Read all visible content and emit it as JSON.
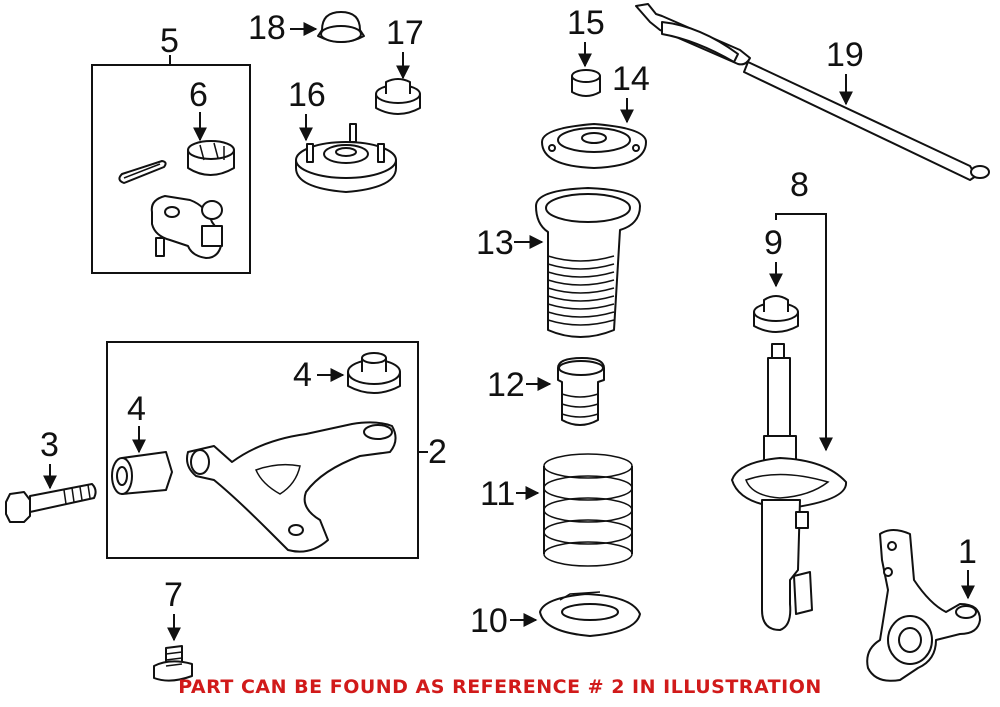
{
  "callouts": {
    "c1": "1",
    "c2": "2",
    "c3": "3",
    "c4a": "4",
    "c4b": "4",
    "c5": "5",
    "c6": "6",
    "c7": "7",
    "c8": "8",
    "c9": "9",
    "c10": "10",
    "c11": "11",
    "c12": "12",
    "c13": "13",
    "c14": "14",
    "c15": "15",
    "c16": "16",
    "c17": "17",
    "c18": "18",
    "c19": "19"
  },
  "footer_note": "PART CAN BE FOUND AS REFERENCE # 2 IN ILLUSTRATION",
  "colors": {
    "line": "#111111",
    "note": "#d11a1a",
    "background": "#ffffff"
  }
}
